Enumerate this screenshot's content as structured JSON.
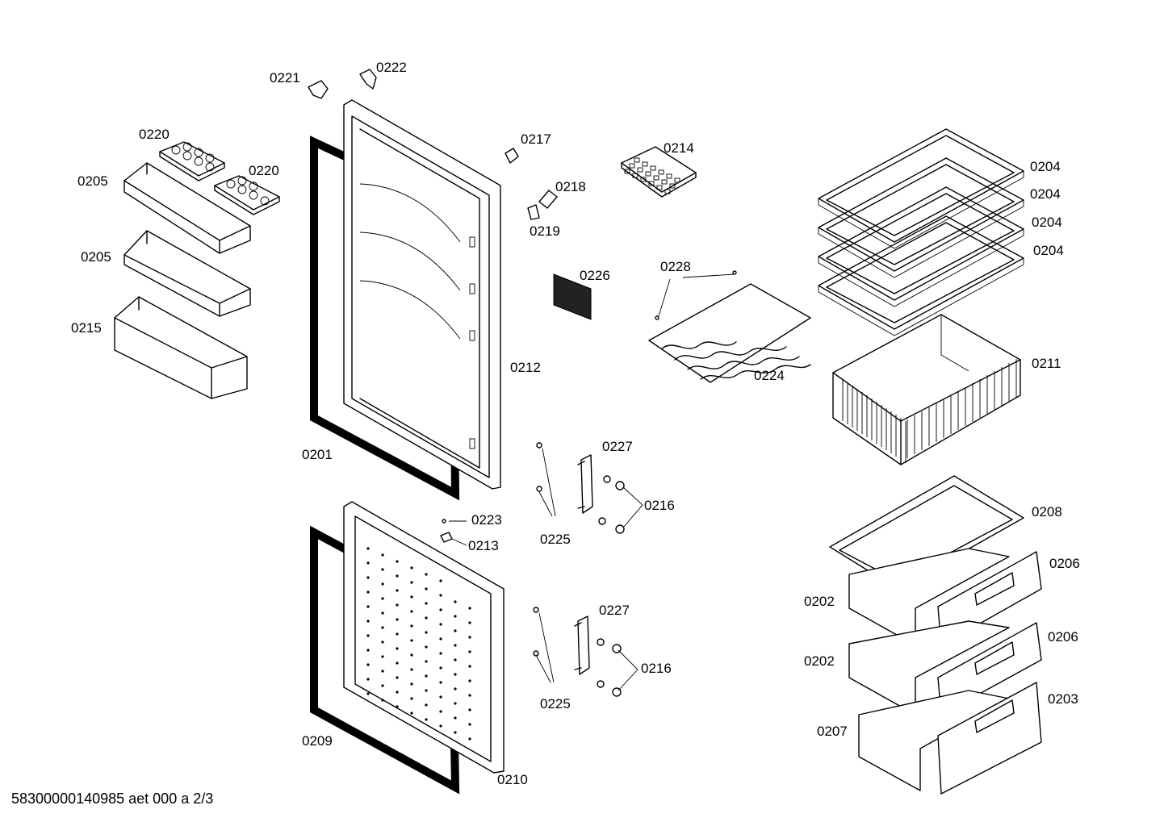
{
  "footer": {
    "document_id": "58300000140985 aet 000 a 2/3"
  },
  "labels": {
    "p0221": "0221",
    "p0222": "0222",
    "p0220a": "0220",
    "p0220b": "0220",
    "p0205a": "0205",
    "p0205b": "0205",
    "p0215": "0215",
    "p0217": "0217",
    "p0214": "0214",
    "p0218": "0218",
    "p0219": "0219",
    "p0226": "0226",
    "p0228": "0228",
    "p0224": "0224",
    "p0212": "0212",
    "p0201": "0201",
    "p0204a": "0204",
    "p0204b": "0204",
    "p0204c": "0204",
    "p0204d": "0204",
    "p0211": "0211",
    "p0227a": "0227",
    "p0216a": "0216",
    "p0225a": "0225",
    "p0223": "0223",
    "p0213": "0213",
    "p0208": "0208",
    "p0206a": "0206",
    "p0202a": "0202",
    "p0206b": "0206",
    "p0202b": "0202",
    "p0203": "0203",
    "p0207": "0207",
    "p0227b": "0227",
    "p0216b": "0216",
    "p0225b": "0225",
    "p0209": "0209",
    "p0210": "0210"
  }
}
